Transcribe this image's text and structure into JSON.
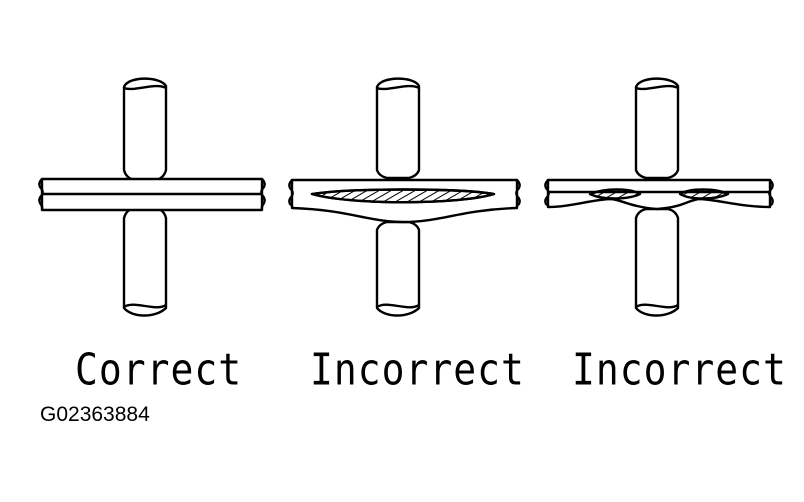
{
  "captions": {
    "correct": "Correct",
    "incorrect_1": "Incorrect",
    "incorrect_2": "Incorrect"
  },
  "figure_code": "G02363884",
  "colors": {
    "ink": "#000000",
    "background": "#ffffff"
  }
}
